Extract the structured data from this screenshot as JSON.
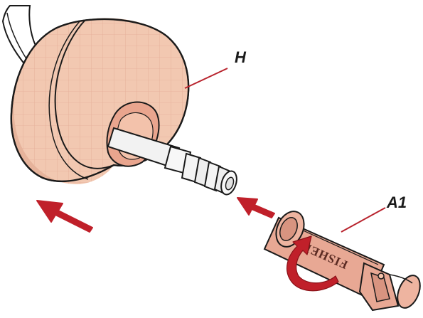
{
  "labels": {
    "hub": "H",
    "adapter": "A1",
    "engraving": "FISHER"
  },
  "icons": {
    "push_arrow_left": "arrow-left",
    "push_arrow_right": "arrow-left",
    "rotate_arrow": "curved-rotation-arrow"
  },
  "colors": {
    "wheel_fill": "#f2c8b1",
    "wheel_side": "#e6b39b",
    "wheel_grid": "#e5ad97",
    "shaft_fill": "#f2f2f2",
    "adapter_fill": "#e8a894",
    "arrow_red": "#c0202a",
    "leader_line": "#b8232d",
    "outline": "#1a1a1a"
  }
}
